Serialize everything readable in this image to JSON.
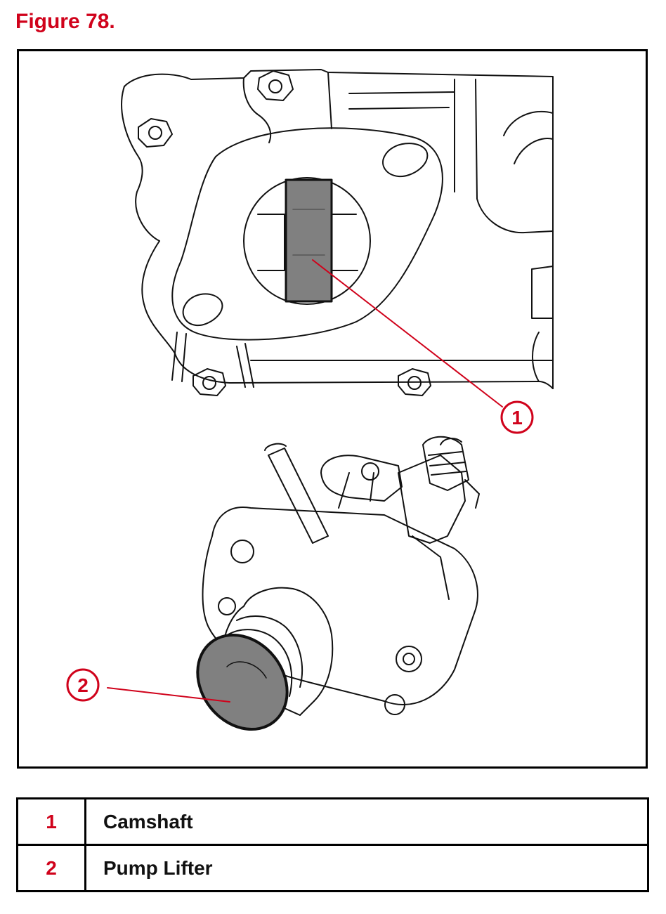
{
  "figure": {
    "title": "Figure 78.",
    "callouts": [
      "1",
      "2"
    ]
  },
  "legend": [
    {
      "number": "1",
      "label": "Camshaft"
    },
    {
      "number": "2",
      "label": "Pump Lifter"
    }
  ],
  "colors": {
    "accent": "#d0021b",
    "fill_highlight": "#808080"
  }
}
